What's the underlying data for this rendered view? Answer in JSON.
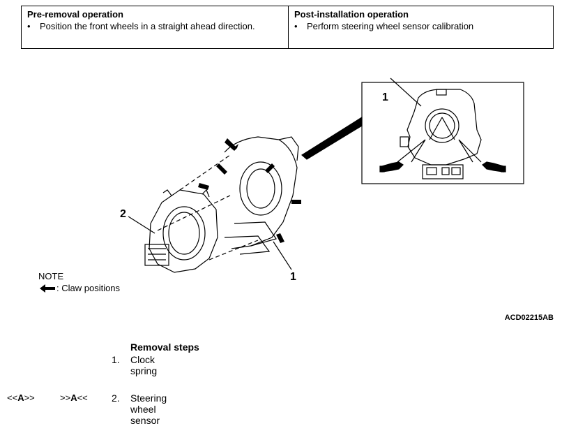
{
  "operations": {
    "pre_title": "Pre-removal operation",
    "pre_item": "Position the front wheels in a straight ahead direction.",
    "post_title": "Post-installation operation",
    "post_item": "Perform steering wheel sensor calibration"
  },
  "figure": {
    "callout_inset": "1",
    "callout_2": "2",
    "callout_1": "1",
    "code": "ACD02215AB"
  },
  "note": {
    "title": "NOTE",
    "claw_label": ": Claw positions"
  },
  "steps": {
    "title": "Removal steps",
    "items": [
      {
        "num": "1.",
        "label": "Clock spring",
        "marker_a": "",
        "marker_b": ""
      },
      {
        "num": "2.",
        "label": "Steering wheel sensor",
        "marker_a_pre": "<<",
        "marker_a_letter": "A",
        "marker_a_post": ">>",
        "marker_b_pre": ">>",
        "marker_b_letter": "A",
        "marker_b_post": "<<"
      }
    ]
  }
}
